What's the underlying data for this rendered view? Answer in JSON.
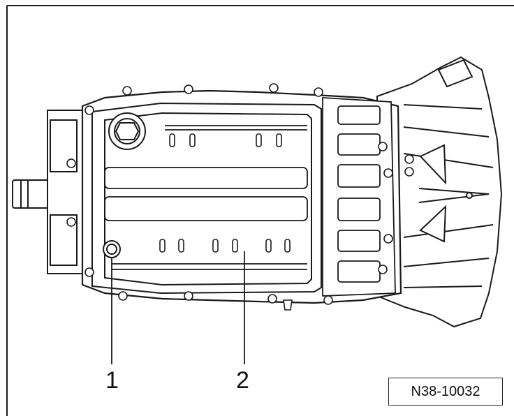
{
  "callouts": [
    {
      "label": "1"
    },
    {
      "label": "2"
    }
  ],
  "figure_id": "N38-10032",
  "colors": {
    "line": "#1a1a1a",
    "fill": "#ffffff",
    "shade": "#e8e8e8"
  }
}
